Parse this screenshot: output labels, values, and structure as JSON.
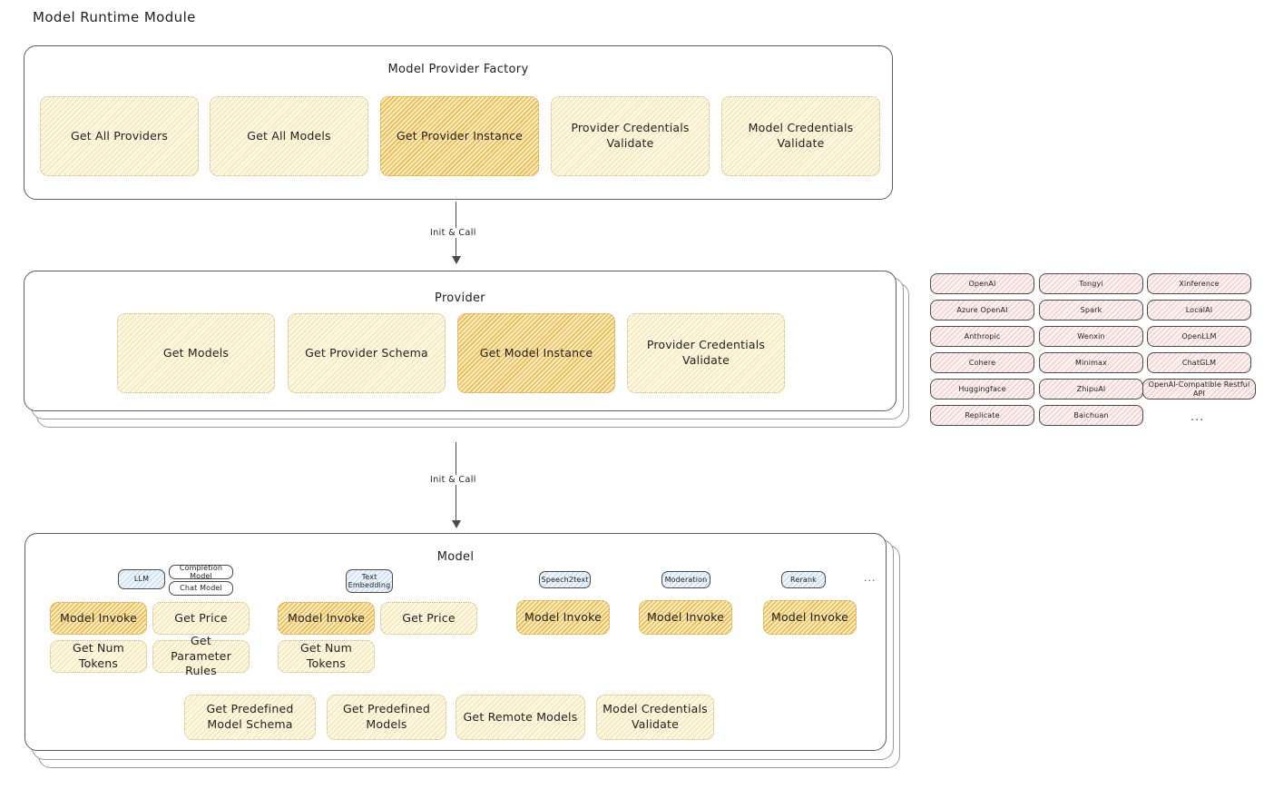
{
  "page": {
    "title": "Model Runtime Module"
  },
  "factory": {
    "title": "Model Provider Factory",
    "methods": [
      {
        "label": "Get All Providers",
        "highlight": false
      },
      {
        "label": "Get All Models",
        "highlight": false
      },
      {
        "label": "Get Provider Instance",
        "highlight": true
      },
      {
        "label": "Provider Credentials Validate",
        "highlight": false
      },
      {
        "label": "Model Credentials Validate",
        "highlight": false
      }
    ]
  },
  "arrow1": {
    "label": "Init & Call"
  },
  "provider": {
    "title": "Provider",
    "methods": [
      {
        "label": "Get Models",
        "highlight": false
      },
      {
        "label": "Get Provider Schema",
        "highlight": false
      },
      {
        "label": "Get Model Instance",
        "highlight": true
      },
      {
        "label": "Provider Credentials Validate",
        "highlight": false
      }
    ]
  },
  "provider_list": {
    "columns": [
      [
        "OpenAI",
        "Azure OpenAI",
        "Anthropic",
        "Cohere",
        "Huggingface",
        "Replicate"
      ],
      [
        "Tongyi",
        "Spark",
        "Wenxin",
        "Minimax",
        "ZhipuAI",
        "Baichuan"
      ],
      [
        "Xinference",
        "LocalAI",
        "OpenLLM",
        "ChatGLM",
        "OpenAI-Compatible Restful API"
      ]
    ],
    "more": "..."
  },
  "arrow2": {
    "label": "Init & Call"
  },
  "model": {
    "title": "Model",
    "more": "...",
    "types": [
      {
        "name": "LLM",
        "subtypes": [
          "Completion Model",
          "Chat Model"
        ],
        "methods": [
          {
            "label": "Model Invoke",
            "highlight": true
          },
          {
            "label": "Get Price",
            "highlight": false
          },
          {
            "label": "Get Num Tokens",
            "highlight": false
          },
          {
            "label": "Get Parameter Rules",
            "highlight": false
          }
        ]
      },
      {
        "name": "Text Embedding",
        "subtypes": [],
        "methods": [
          {
            "label": "Model Invoke",
            "highlight": true
          },
          {
            "label": "Get Price",
            "highlight": false
          },
          {
            "label": "Get Num Tokens",
            "highlight": false
          }
        ]
      },
      {
        "name": "Speech2text",
        "subtypes": [],
        "methods": [
          {
            "label": "Model Invoke",
            "highlight": true
          }
        ]
      },
      {
        "name": "Moderation",
        "subtypes": [],
        "methods": [
          {
            "label": "Model Invoke",
            "highlight": true
          }
        ]
      },
      {
        "name": "Rerank",
        "subtypes": [],
        "methods": [
          {
            "label": "Model Invoke",
            "highlight": true
          }
        ]
      }
    ],
    "common_methods": [
      "Get Predefined Model Schema",
      "Get Predefined Models",
      "Get Remote Models",
      "Model Credentials Validate"
    ]
  },
  "colors": {
    "highlight_fill": "#ecA82b",
    "soft_fill": "#fdf8e6",
    "provider_chip": "#fdf2f2",
    "model_type_chip": "#eef6fc",
    "stroke": "#1e1e1e"
  }
}
